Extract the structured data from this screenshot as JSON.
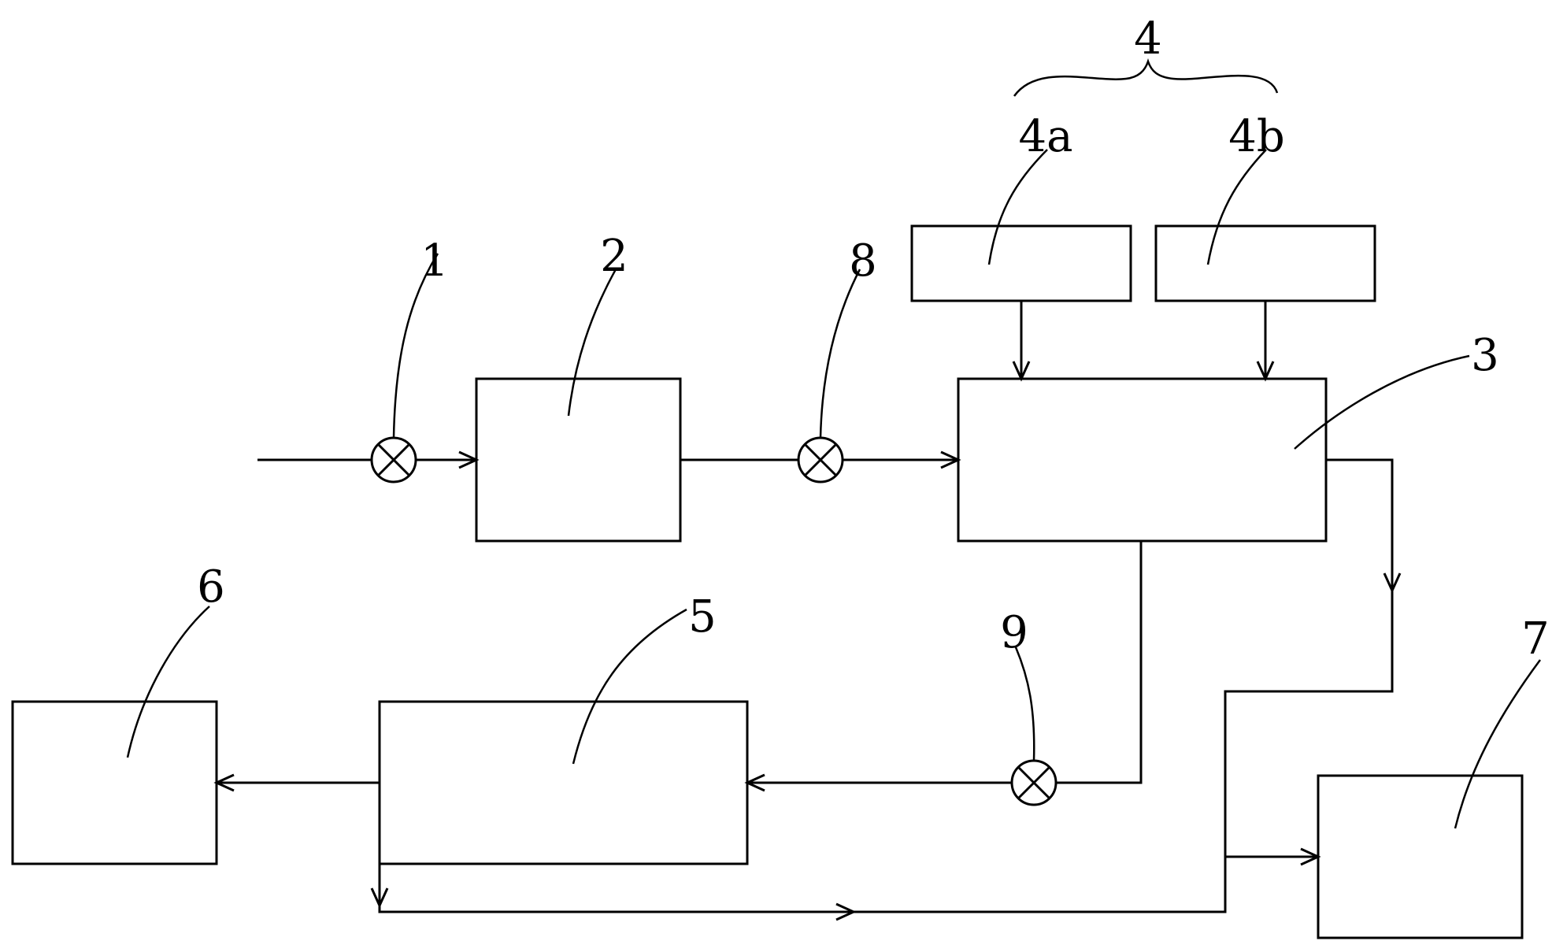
{
  "labels": {
    "l1": "1",
    "l2": "2",
    "l3": "3",
    "l4": "4",
    "l4a": "4a",
    "l4b": "4b",
    "l5": "5",
    "l6": "6",
    "l7": "7",
    "l8": "8",
    "l9": "9"
  }
}
